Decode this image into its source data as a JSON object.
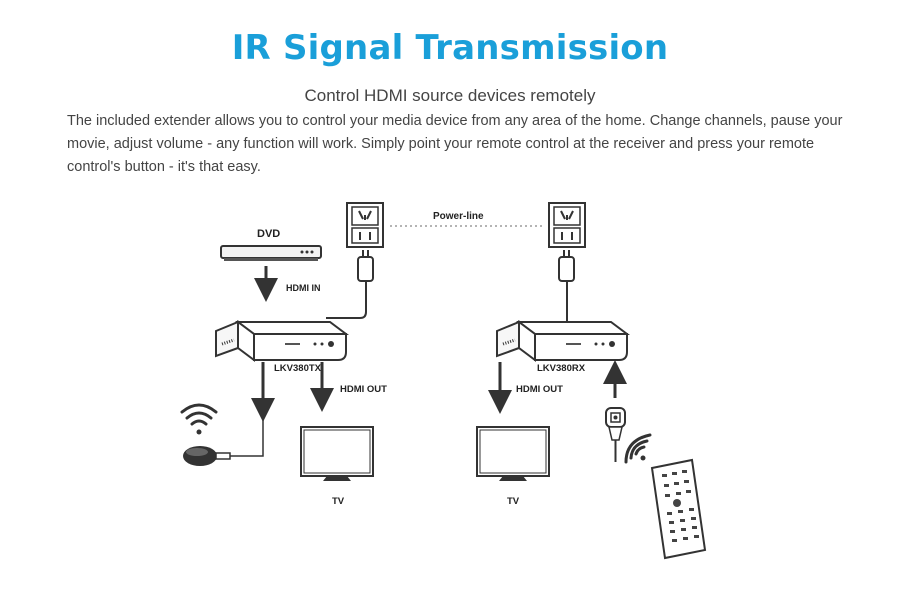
{
  "header": {
    "title": "IR Signal Transmission",
    "subtitle": "Control HDMI source devices remotely",
    "description": "The included extender allows you to control your media device from any area of the home. Change channels, pause your movie, adjust volume - any function will work. Simply point your remote control at the receiver and press your remote control's button - it's that easy."
  },
  "diagram": {
    "dvd_label": "DVD",
    "hdmi_in_label": "HDMI IN",
    "powerline_label": "Power-line",
    "tx_label": "LKV380TX",
    "rx_label": "LKV380RX",
    "tx_hdmi_out_label": "HDMI OUT",
    "rx_hdmi_out_label": "HDMI OUT",
    "tv_left_label": "TV",
    "tv_right_label": "TV"
  }
}
